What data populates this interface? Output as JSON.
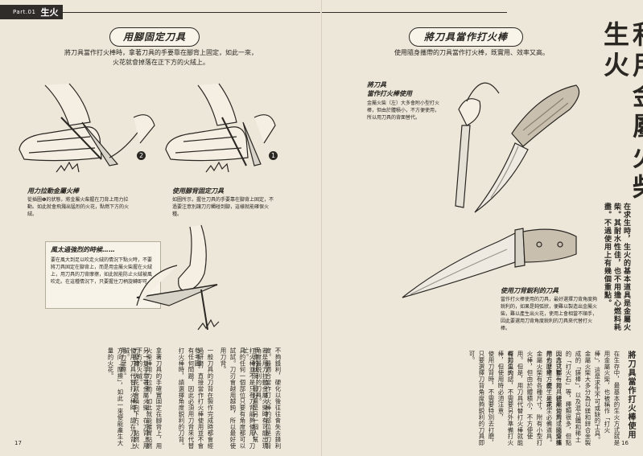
{
  "header": {
    "part": "Part.01",
    "chapter": "生火"
  },
  "left_page": {
    "foot_section": {
      "title": "用腳固定刀具",
      "desc": "將刀具當作打火棒時，拿著刀具的手要靠在腳背上固定，如此一來，火花就會掉落在正下方的火絨上。"
    },
    "steps": [
      {
        "num": "2",
        "title": "用力拉動金屬火棒",
        "text": "從插圖❶的狀態，將金屬火柴握在刀背上用力拉動。如此就會飛濺出猛烈的火花，點燃下方的火絨。"
      },
      {
        "num": "1",
        "title": "使用腳背固定刀具",
        "text": "如圖所示，握住刀具的手要靠在腳背上固定，不過要注意別讓刀刃觸碰到腳，這樣就能確保火種。"
      }
    ],
    "wind_box": {
      "title": "風太過強烈的時候……",
      "text": "要在風大到足以吹走火絨的情況下點火時，不要將刀具固定在腳背上，而是用金屬火柴握在火絨上，用刀具的刀背摩擦，如此就能防止火絨被風吹走。在這種情況下，只要握住刀柄旋轉即可。"
    },
    "body_columns": [
      "不夠鋒利，硬化以後往往會失去鋒利度。最適合當作打火棒的部位是刀背角度最鋭利的刀具。",
      "若是用力拉動金屬火柴時有可能出現手滑的狀況，最好還是另一個人幫忙。",
      "打火棒並不是只有刀背能夠使用，刀具的任何一個部位只要有角度都可以試試。刀刃會越用越鈍，所以最好使用刀背。",
      "一般刀具的刀背在製作完成時都會經過研磨，直接當作打火棒使用並不會有任何問題，因此必須用刀背來代替打火棒時，請選擇角度鋭利的刀背。",
      "參考圖。",
      "拿著刀具的手確實固定在腳背上，用火柴棒用力拉動，如此就能確實點燃下方的火絨。",
      "另一隻手拿著金屬火柴，在刀背上用力摩擦，火花就會噴向下方，點燃火絨。",
      "使用刀具代替打火棒時，請在刀背上用力摩擦。",
      "方向「摩擦」，如此一來便能產生大量的火花。"
    ],
    "page_number": "17"
  },
  "right_page": {
    "rod_section": {
      "title": "將刀具當作打火棒",
      "desc": "使用隨身攜帶的刀具當作打火棒，既實用、效率又高。"
    },
    "knife_as_rod": {
      "title_line1": "將刀具",
      "title_line2": "當作打火棒使用",
      "text": "金屬火柴（左）大多會附小型打火棒，但由於體積小，不方便使用，所以用刀具的背面替代。"
    },
    "sharp_spine": {
      "title": "使用刀背鋭利的刀具",
      "text": "當作打火棒使用的刀具，最好選擇刀背角度夠鋭利的，如果是鈍弧狀，便難以製造出金屬火柴，難以產生出火花，使用上會相當不順手，因此要選用刀背角度鋭利的刀具來代替打火棒。"
    },
    "main_title": "利用金屬火柴生火",
    "intro": "在求生時，生火的基本道具是金屬火柴。其耐水性佳，也不用擔心燃料耗盡。不過使用上有幾個重點。",
    "side_title": "將刀具當作打火棒使用",
    "body_columns": [
      "在生存中，最基本的生火方式就是用金屬火柴，也被稱作「打火棒」，這是求生不可或缺的工具。",
      "金屬火柴大多分為以鎂和鋅合金製成的「鎂棒」，以及混合鐵和稀土的「打火石」等，種類很多，但點火方式都一樣，使用刀背或火柴棒用力摩擦，產生火花。",
      "因此只要有刀具就能使用，隨身攜帶也非常方便，是求生必備道具。",
      "金屬火柴有各種尺寸，附有小型打火棒，但由於體積小，不方便使用。但是，用刀具代替打火棒就能輕鬆生火。",
      "有刀具的話，不需要另外準備打火棒，但使用時必須注意，",
      "使用刀背時，不需要特別去打磨，只要選擇刀背角度夠鋭利的刀具即可。"
    ],
    "page_number": "16"
  }
}
